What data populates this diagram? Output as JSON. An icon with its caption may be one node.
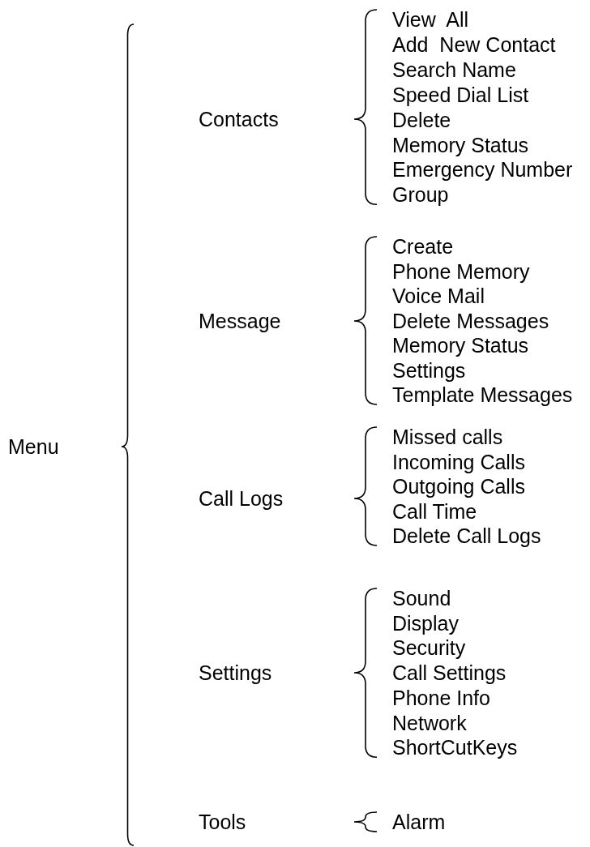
{
  "diagram": {
    "nodes": [
      {
        "text": [
          "Menu"
        ]
      },
      {
        "text": [
          "Contacts"
        ]
      },
      {
        "text": [
          "View  All"
        ]
      },
      {
        "text": [
          "Add  New Contact"
        ]
      },
      {
        "text": [
          "Search Name"
        ]
      },
      {
        "text": [
          "Speed Dial List"
        ]
      },
      {
        "text": [
          "Delete"
        ]
      },
      {
        "text": [
          "Memory Status"
        ]
      },
      {
        "text": [
          "Emergency Number"
        ]
      },
      {
        "text": [
          "Group"
        ]
      },
      {
        "text": [
          "Message"
        ]
      },
      {
        "text": [
          "Create"
        ]
      },
      {
        "text": [
          "Phone Memory"
        ]
      },
      {
        "text": [
          "Voice Mail"
        ]
      },
      {
        "text": [
          "Delete Messages"
        ]
      },
      {
        "text": [
          "Memory Status"
        ]
      },
      {
        "text": [
          "Settings"
        ]
      },
      {
        "text": [
          "Template Messages"
        ]
      },
      {
        "text": [
          "Call Logs"
        ]
      },
      {
        "text": [
          "Missed calls"
        ]
      },
      {
        "text": [
          "Incoming Calls"
        ]
      },
      {
        "text": [
          "Outgoing Calls"
        ]
      },
      {
        "text": [
          "Call Time"
        ]
      },
      {
        "text": [
          "Delete Call Logs"
        ]
      },
      {
        "text": [
          "Settings"
        ]
      },
      {
        "text": [
          "Sound"
        ]
      },
      {
        "text": [
          "Display"
        ]
      },
      {
        "text": [
          "Security"
        ]
      },
      {
        "text": [
          "Call Settings"
        ]
      },
      {
        "text": [
          "Phone Info"
        ]
      },
      {
        "text": [
          "Network"
        ]
      },
      {
        "text": [
          "ShortCutKeys"
        ]
      },
      {
        "text": [
          "Tools"
        ]
      },
      {
        "text": [
          "Alarm"
        ]
      }
    ]
  }
}
